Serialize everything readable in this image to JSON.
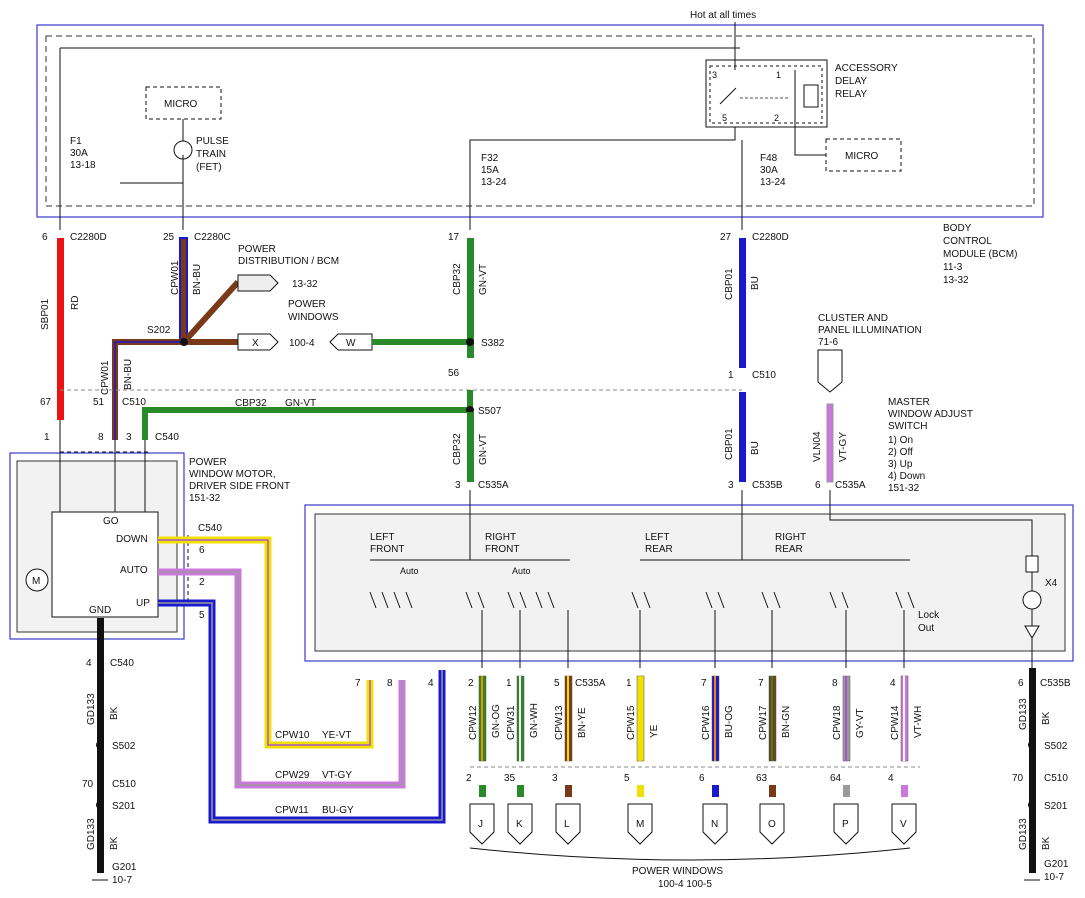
{
  "hot_label": "Hot at all times",
  "bcm": {
    "name_lines": [
      "BODY",
      "CONTROL",
      "MODULE (BCM)",
      "11-3",
      "13-32"
    ],
    "micro1": "MICRO",
    "micro2": "MICRO",
    "pulse_lines": [
      "PULSE",
      "TRAIN",
      "(FET)"
    ],
    "relay_lines": [
      "ACCESSORY",
      "DELAY",
      "RELAY"
    ],
    "relay_pins": [
      "3",
      "1",
      "5",
      "2"
    ],
    "fuses": [
      {
        "lines": [
          "F1",
          "30A",
          "13-18"
        ]
      },
      {
        "lines": [
          "F32",
          "15A",
          "13-24"
        ]
      },
      {
        "lines": [
          "F48",
          "30A",
          "13-24"
        ]
      }
    ],
    "pins": [
      {
        "pin": "6",
        "conn": "C2280D"
      },
      {
        "pin": "25",
        "conn": "C2280C"
      },
      {
        "pin": "17",
        "conn": ""
      },
      {
        "pin": "27",
        "conn": "C2280D"
      }
    ]
  },
  "wires": {
    "sbp01": {
      "circuit": "SBP01",
      "color": "RD"
    },
    "cpw01a": {
      "circuit": "CPW01",
      "color": "BN-BU"
    },
    "cpw01b": {
      "circuit": "CPW01",
      "color": "BN-BU"
    },
    "cbp32a": {
      "circuit": "CBP32",
      "color": "GN-VT"
    },
    "cbp32b": {
      "circuit": "CBP32",
      "color": "GN-VT"
    },
    "cbp32c": {
      "circuit": "CBP32",
      "color": "GN-VT"
    },
    "cbp01a": {
      "circuit": "CBP01",
      "color": "BU"
    },
    "cbp01b": {
      "circuit": "CBP01",
      "color": "BU"
    },
    "vln04": {
      "circuit": "VLN04",
      "color": "VT-GY"
    },
    "gd133": {
      "circuit": "GD133",
      "color": "BK"
    },
    "cpw10": {
      "circuit": "CPW10",
      "color": "YE-VT"
    },
    "cpw29": {
      "circuit": "CPW29",
      "color": "VT-GY"
    },
    "cpw11": {
      "circuit": "CPW11",
      "color": "BU-GY"
    }
  },
  "power_dist": {
    "lines": [
      "POWER",
      "DISTRIBUTION / BCM"
    ],
    "ref": "13-32"
  },
  "power_windows_ref": {
    "lines": [
      "POWER",
      "WINDOWS"
    ],
    "ref": "100-4"
  },
  "splices": [
    "S202",
    "S382",
    "S507",
    "S502",
    "S201"
  ],
  "offpage": [
    "X",
    "W"
  ],
  "connectors": {
    "c510": "C510",
    "c540": "C540",
    "c535a": "C535A",
    "c535b": "C535B",
    "pin67": "67",
    "pin51": "51",
    "pin56": "56",
    "pin1": "1",
    "pin_1b": "1",
    "pin_8": "8",
    "pin_3": "3",
    "pin3a": "3",
    "pin3b": "3",
    "pin6a": "6",
    "pin4": "4",
    "pin70": "70",
    "pin6b": "6",
    "pin70b": "70"
  },
  "cluster": {
    "lines": [
      "CLUSTER AND",
      "PANEL ILLUMINATION"
    ],
    "ref": "71-6"
  },
  "master_switch": {
    "lines": [
      "MASTER",
      "WINDOW ADJUST",
      "SWITCH",
      "1) On",
      "2) Off",
      "3) Up",
      "4) Down",
      "151-32"
    ],
    "positions": [
      "LEFT FRONT",
      "RIGHT FRONT",
      "LEFT REAR",
      "RIGHT REAR"
    ],
    "auto": "Auto",
    "lock": [
      "Lock",
      "Out"
    ],
    "x4": "X4"
  },
  "motor": {
    "lines": [
      "POWER",
      "WINDOW MOTOR,",
      "DRIVER SIDE FRONT",
      "151-32"
    ],
    "go": "GO",
    "down": "DOWN",
    "auto": "AUTO",
    "up": "UP",
    "gnd": "GND",
    "m": "M",
    "pins": [
      "6",
      "2",
      "5"
    ]
  },
  "bottom_wires": [
    {
      "circuit": "CPW12",
      "color": "GN-OG",
      "top": "2",
      "bot": "2",
      "dest": "J",
      "hex": "#2a8a2a",
      "stripe": "#f08a00"
    },
    {
      "circuit": "CPW31",
      "color": "GN-WH",
      "top": "1",
      "bot": "35",
      "dest": "K",
      "hex": "#2a8a2a",
      "stripe": "#ffffff"
    },
    {
      "circuit": "CPW13",
      "color": "BN-YE",
      "top": "5",
      "bot": "3",
      "dest": "L",
      "hex": "#7a3a1a",
      "stripe": "#f0e000"
    },
    {
      "circuit": "CPW15",
      "color": "YE",
      "top": "1",
      "bot": "5",
      "dest": "M",
      "hex": "#f0e000",
      "stripe": "#f0e000"
    },
    {
      "circuit": "CPW16",
      "color": "BU-OG",
      "top": "7",
      "bot": "6",
      "dest": "N",
      "hex": "#1a1acc",
      "stripe": "#f08a00"
    },
    {
      "circuit": "CPW17",
      "color": "BN-GN",
      "top": "7",
      "bot": "63",
      "dest": "O",
      "hex": "#7a3a1a",
      "stripe": "#2a8a2a"
    },
    {
      "circuit": "CPW18",
      "color": "GY-VT",
      "top": "8",
      "bot": "64",
      "dest": "P",
      "hex": "#9a9a9a",
      "stripe": "#aa55cc"
    },
    {
      "circuit": "CPW14",
      "color": "VT-WH",
      "top": "4",
      "bot": "4",
      "dest": "V",
      "hex": "#cc77dd",
      "stripe": "#ffffff"
    }
  ],
  "switch_pins_left": [
    "7",
    "8",
    "4"
  ],
  "ground_left": {
    "name": "G201",
    "ref": "10-7"
  },
  "ground_right": {
    "name": "G201",
    "ref": "10-7"
  },
  "bottom_caption": {
    "lines": [
      "POWER WINDOWS",
      "100-4  100-5"
    ]
  },
  "colors": {
    "red": "#ee1111",
    "blue": "#1a1acc",
    "green": "#2a8a2a",
    "violet": "#aa55cc",
    "brown": "#7a3a1a",
    "yellow": "#f0e000",
    "frame": "#3a3acc"
  }
}
